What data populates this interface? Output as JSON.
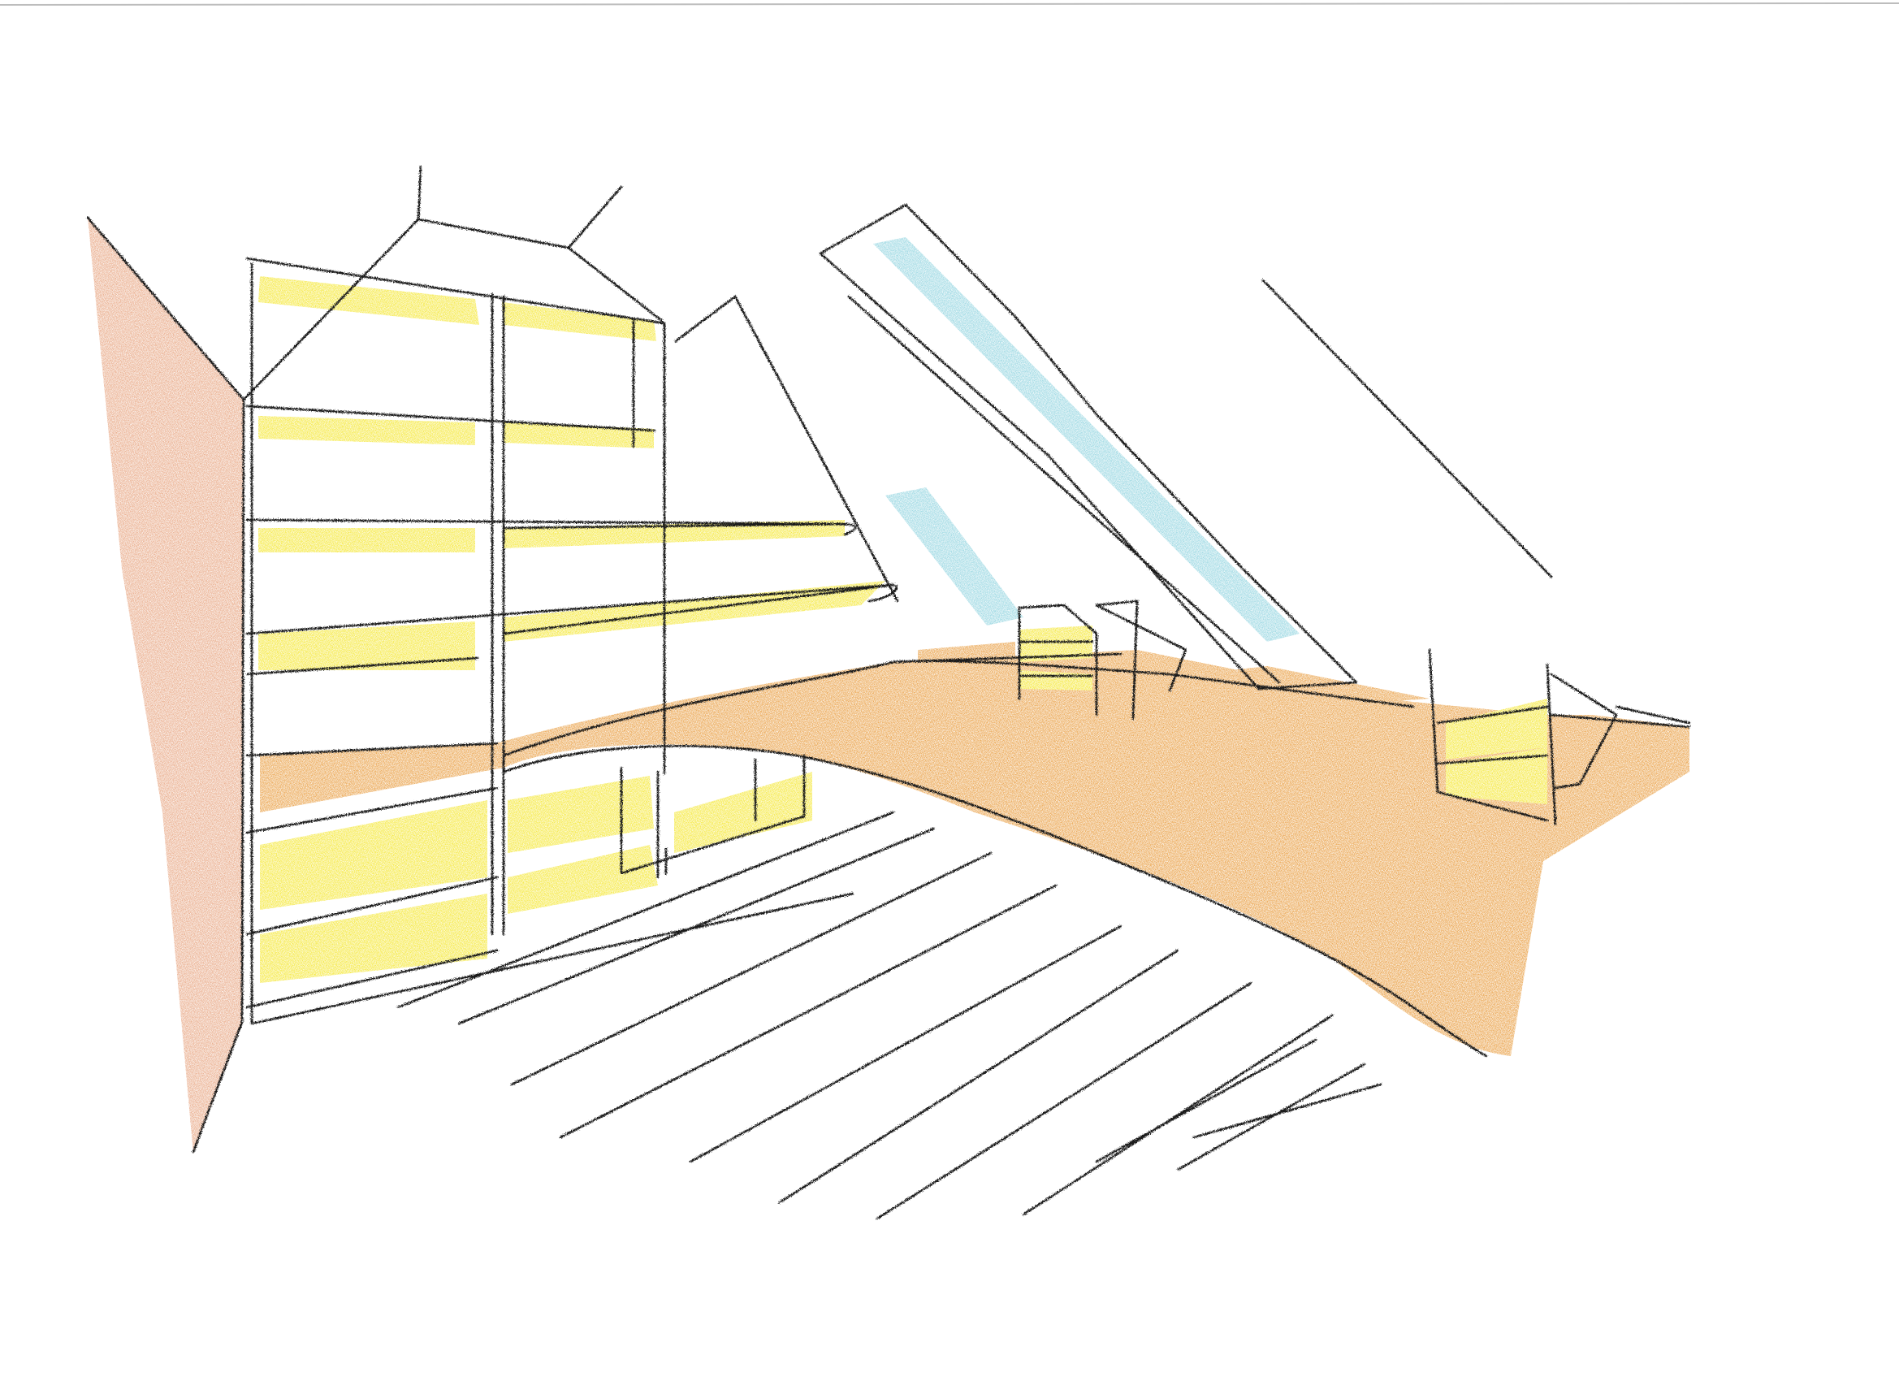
{
  "palette": {
    "paper": "#ffffff",
    "ink": "#1a1a1a",
    "shelf_glow": "#f4e62a",
    "desk_wood": "#e89a3a",
    "left_wall": "#e7a37e",
    "skylight_glass": "#8fd3df"
  },
  "elements": {
    "sketch": "attic-study-sketch",
    "bookcase": "built-in-bookcase",
    "desk": "curved-desk-top",
    "skylight": "roof-skylight",
    "wall": "left-attic-wall",
    "floor": "plank-floor",
    "cubbies": [
      "small-storage-cubby",
      "right-storage-cubby"
    ]
  }
}
